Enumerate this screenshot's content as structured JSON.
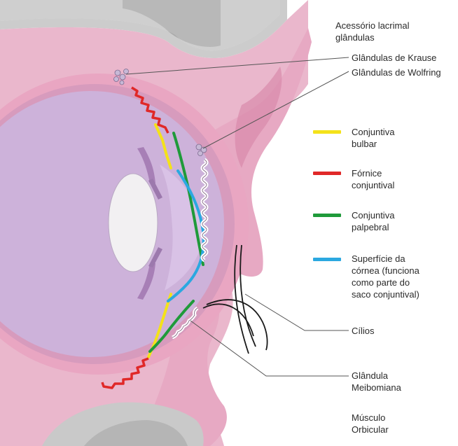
{
  "labels": {
    "accessory_glands": [
      "Acessório lacrimal",
      "glândulas"
    ],
    "krause": "Glândulas de Krause",
    "wolfring": "Glândulas de Wolfring",
    "cilia": "Cílios",
    "meibomian": [
      "Glândula",
      "Meibomiana"
    ],
    "orbicular": [
      "Músculo",
      "Orbicular"
    ]
  },
  "legend": [
    {
      "color": "#f4e21a",
      "lines": [
        "Conjuntiva",
        "bulbar"
      ]
    },
    {
      "color": "#e02828",
      "lines": [
        "Fórnice",
        "conjuntival"
      ]
    },
    {
      "color": "#1f9a3a",
      "lines": [
        "Conjuntiva",
        "palpebral"
      ]
    },
    {
      "color": "#2ba8e0",
      "lines": [
        "Superfície da",
        "córnea (funciona",
        "como parte do",
        "saco conjuntival)"
      ]
    }
  ],
  "colors": {
    "tissue_pink": "#eab7cc",
    "tissue_dark_pink": "#d98aab",
    "bone_gray": "#c9c9c9",
    "eyeball_purple": "#cdb2da",
    "lens_white": "#f2f0f2"
  }
}
